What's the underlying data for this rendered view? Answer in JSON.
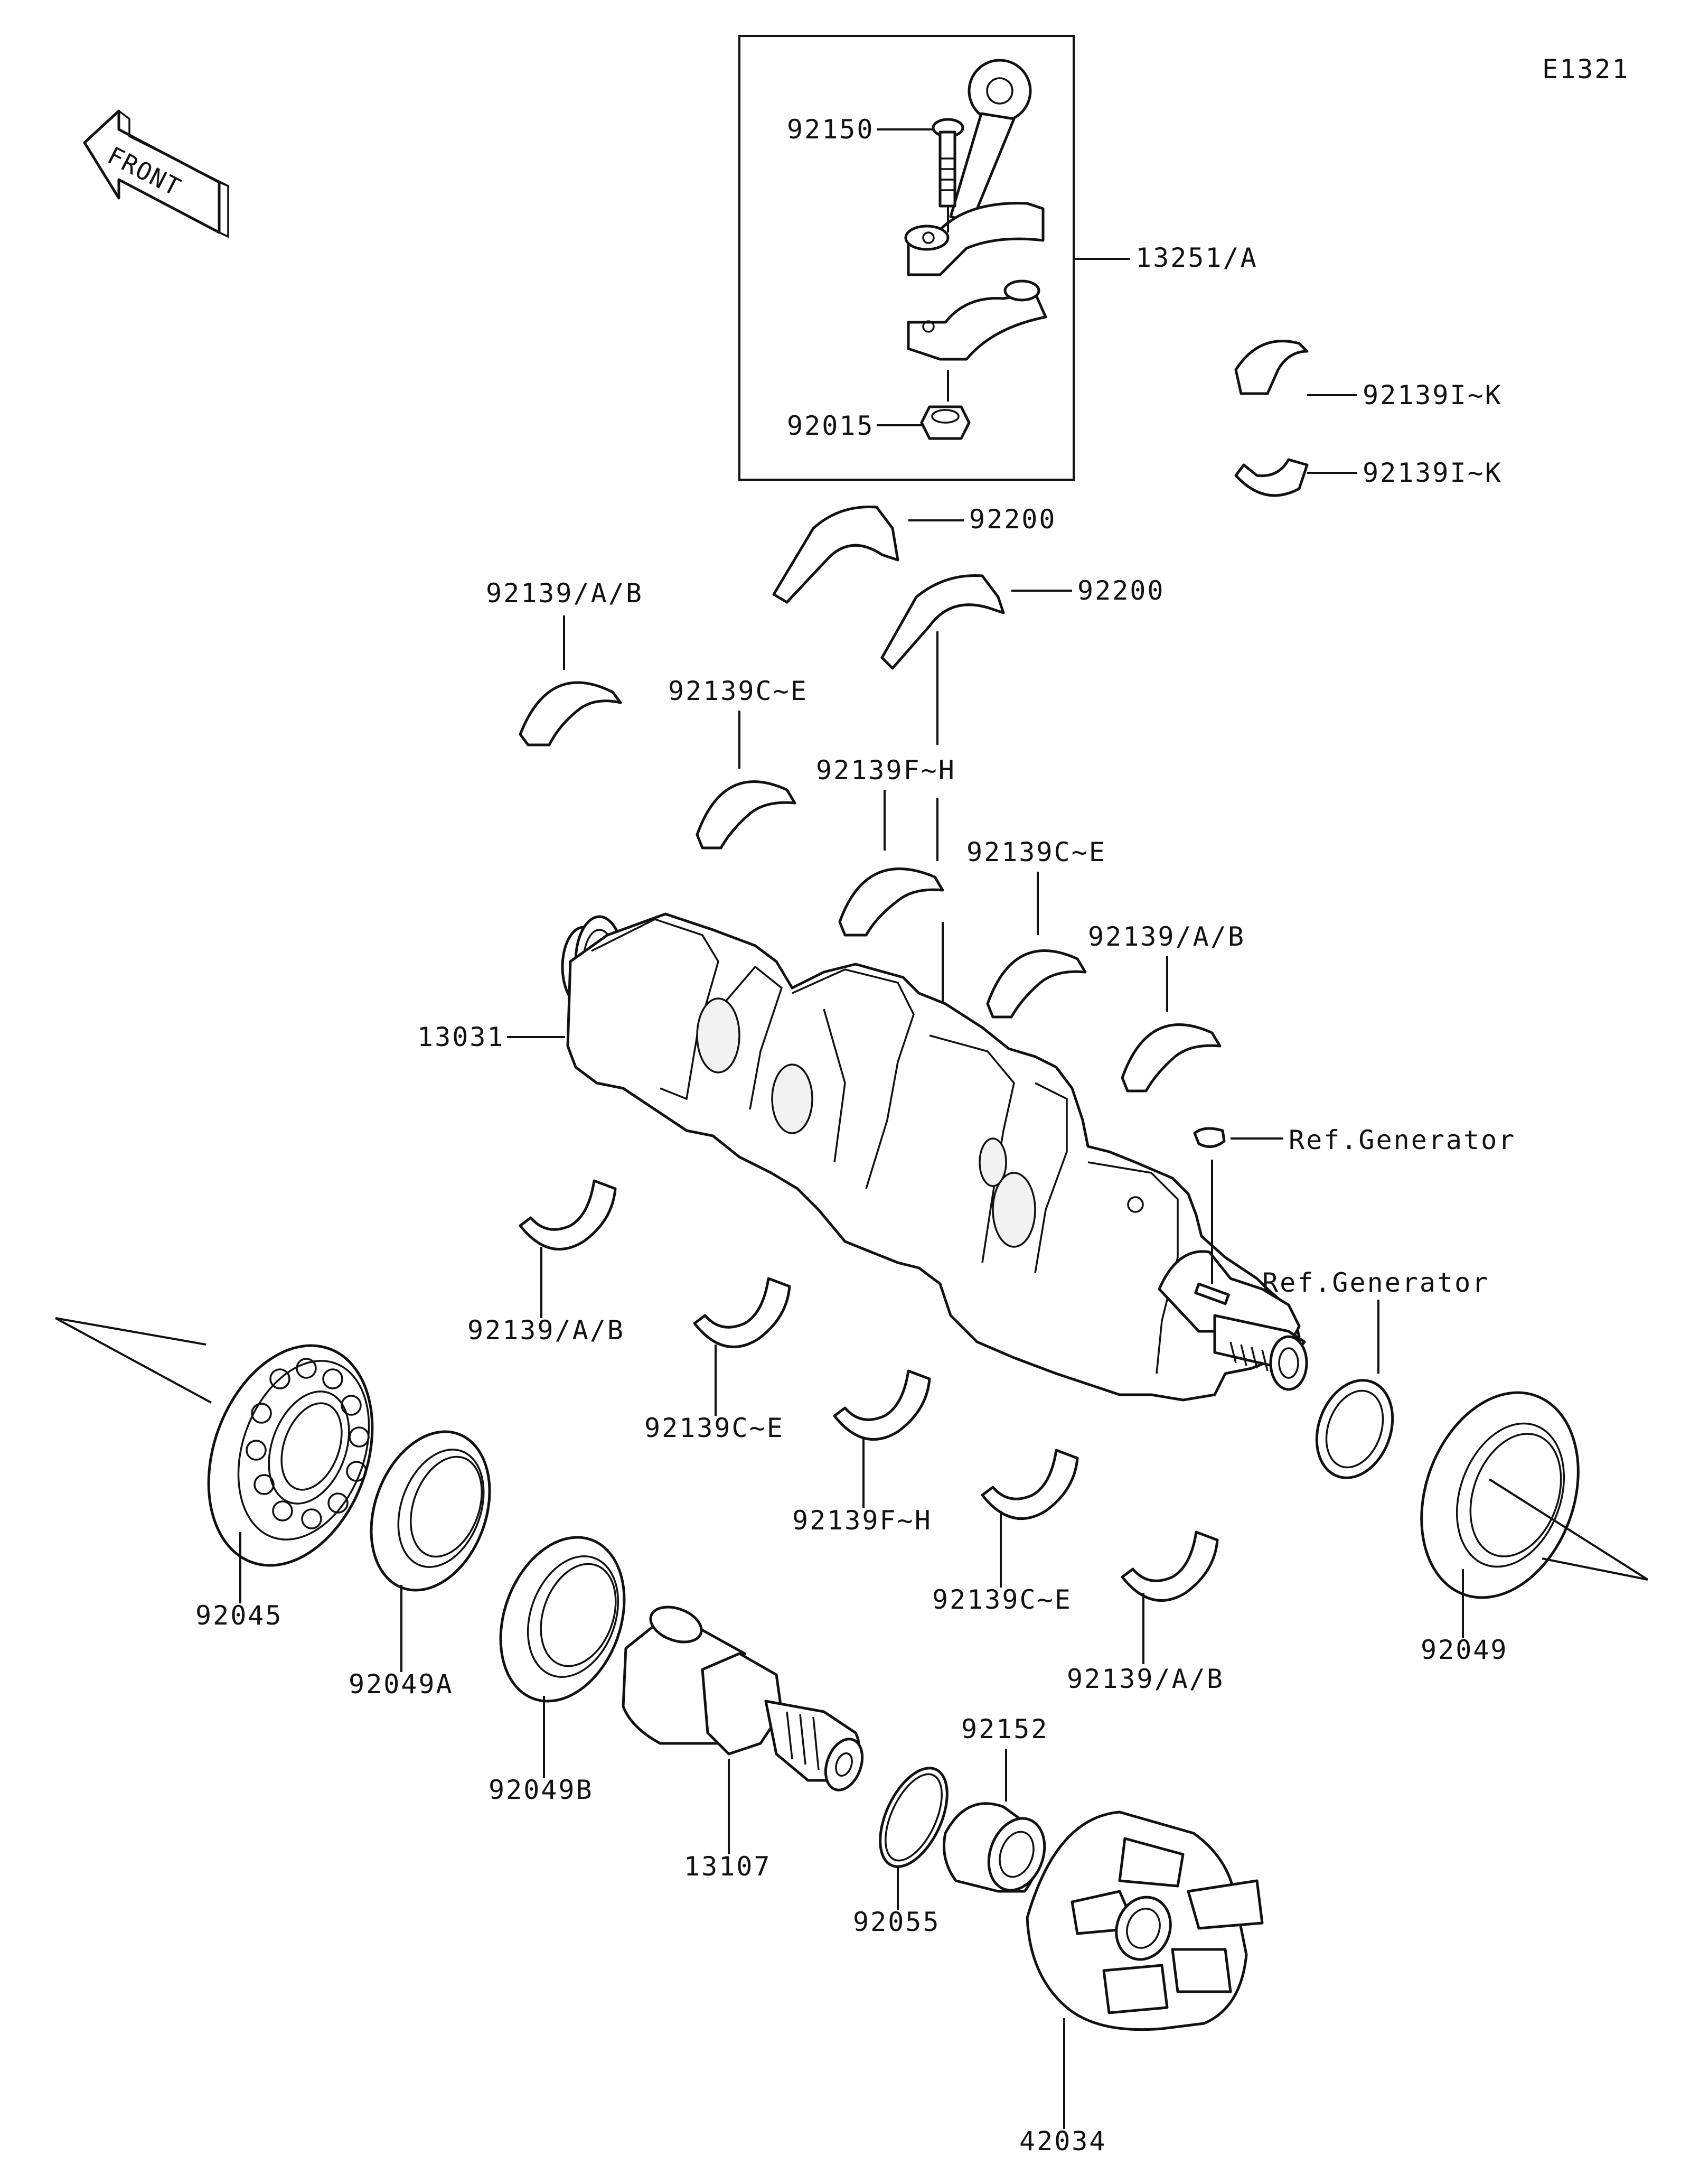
{
  "diagram_code": "E1321",
  "front_arrow": {
    "text": "FRONT",
    "icon": "front-direction-arrow-icon"
  },
  "callouts": {
    "conn_rod_bolt": "92150",
    "conn_rod_assy": "13251/A",
    "conn_rod_nut": "92015",
    "conn_bearing_upper": "92139I~K",
    "conn_bearing_lower": "92139I~K",
    "thrust_washer_1": "92200",
    "thrust_washer_2": "92200",
    "bearing_upper_ab_1": "92139/A/B",
    "bearing_upper_ce_1": "92139C~E",
    "bearing_upper_fh": "92139F~H",
    "bearing_upper_ce_2": "92139C~E",
    "bearing_upper_ab_2": "92139/A/B",
    "crankshaft": "13031",
    "ref_generator_1": "Ref.Generator",
    "ref_generator_2": "Ref.Generator",
    "bearing_lower_ab_1": "92139/A/B",
    "bearing_lower_ce_1": "92139C~E",
    "bearing_lower_fh": "92139F~H",
    "bearing_lower_ce_2": "92139C~E",
    "bearing_lower_ab_2": "92139/A/B",
    "ball_bearing": "92045",
    "oil_seal_a": "92049A",
    "oil_seal_b": "92049B",
    "oil_seal": "92049",
    "shaft_coupling": "13107",
    "o_ring": "92055",
    "collar": "92152",
    "coupling": "42034"
  }
}
